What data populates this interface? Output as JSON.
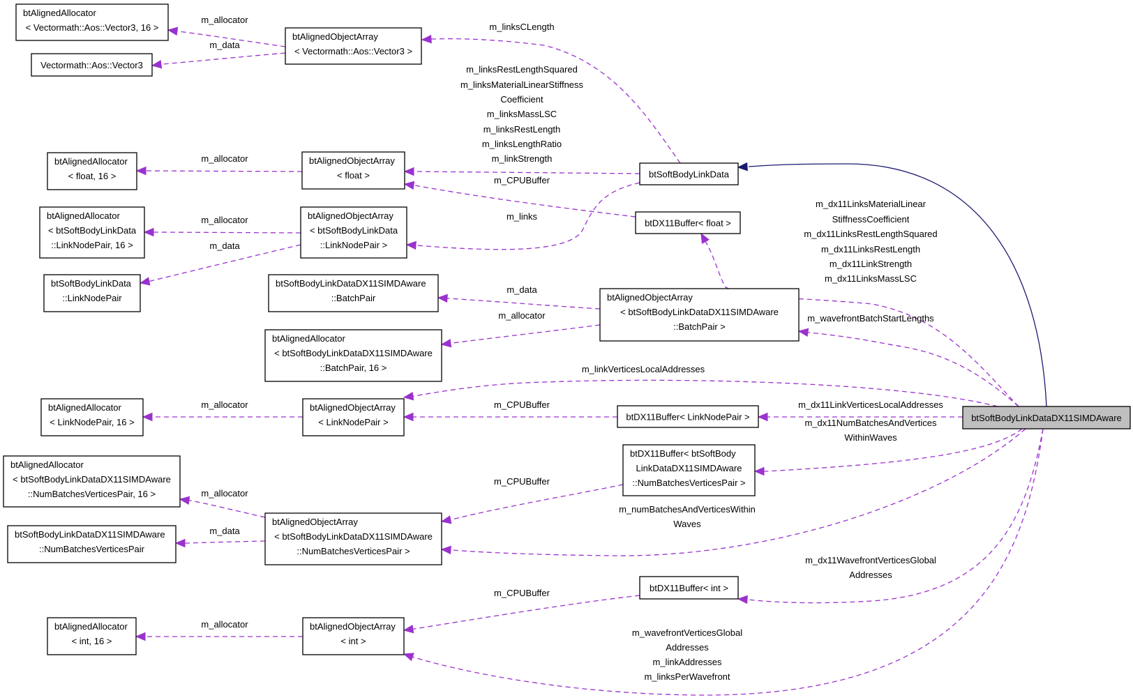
{
  "colors": {
    "usage_edge": "#9a32cd",
    "inheritance_edge": "#191970",
    "focus_node_fill": "#bfbfbf",
    "node_border": "#000000"
  },
  "nodes": {
    "n1": [
      "btAlignedAllocator",
      "< Vectormath::Aos::Vector3, 16 >"
    ],
    "n2": [
      "Vectormath::Aos::Vector3"
    ],
    "n3": [
      "btAlignedObjectArray",
      "< Vectormath::Aos::Vector3 >"
    ],
    "n4": [
      "btAlignedAllocator",
      "< float, 16 >"
    ],
    "n5": [
      "btAlignedObjectArray",
      "< float >"
    ],
    "n6": [
      "btAlignedAllocator",
      "< btSoftBodyLinkData",
      "::LinkNodePair, 16 >"
    ],
    "n7": [
      "btSoftBodyLinkData",
      "::LinkNodePair"
    ],
    "n8": [
      "btAlignedObjectArray",
      "< btSoftBodyLinkData",
      "::LinkNodePair >"
    ],
    "n9": [
      "btSoftBodyLinkDataDX11SIMDAware",
      "::BatchPair"
    ],
    "n10": [
      "btAlignedAllocator",
      "< btSoftBodyLinkDataDX11SIMDAware",
      "::BatchPair, 16 >"
    ],
    "n11": [
      "btAlignedAllocator",
      "< LinkNodePair, 16 >"
    ],
    "n12": [
      "btAlignedObjectArray",
      "< LinkNodePair >"
    ],
    "n13": [
      "btAlignedAllocator",
      "< btSoftBodyLinkDataDX11SIMDAware",
      "::NumBatchesVerticesPair, 16 >"
    ],
    "n14": [
      "btSoftBodyLinkDataDX11SIMDAware",
      "::NumBatchesVerticesPair"
    ],
    "n15": [
      "btAlignedObjectArray",
      "< btSoftBodyLinkDataDX11SIMDAware",
      "::NumBatchesVerticesPair >"
    ],
    "n16": [
      "btAlignedAllocator",
      "< int, 16 >"
    ],
    "n17": [
      "btAlignedObjectArray",
      "< int >"
    ],
    "n18": [
      "btSoftBodyLinkData"
    ],
    "n19": [
      "btDX11Buffer< float >"
    ],
    "n20": [
      "btAlignedObjectArray",
      "< btSoftBodyLinkDataDX11SIMDAware",
      "::BatchPair >"
    ],
    "n21": [
      "btDX11Buffer< LinkNodePair >"
    ],
    "n22": [
      "btDX11Buffer< btSoftBody",
      "LinkDataDX11SIMDAware",
      "::NumBatchesVerticesPair >"
    ],
    "n23": [
      "btDX11Buffer< int >"
    ],
    "n24": [
      "btSoftBodyLinkDataDX11SIMDAware"
    ]
  },
  "edge_labels": {
    "e_n3_n1": [
      "m_allocator"
    ],
    "e_n3_n2": [
      "m_data"
    ],
    "e_n18_n3": [
      "m_linksCLength"
    ],
    "e_n5_n4": [
      "m_allocator"
    ],
    "e_n18_n5": [
      "m_linksRestLengthSquared",
      "m_linksMaterialLinearStiffness",
      "Coefficient",
      "m_linksMassLSC",
      "m_linksRestLength",
      "m_linksLengthRatio",
      "m_linkStrength"
    ],
    "e_n19_n5": [
      "m_CPUBuffer"
    ],
    "e_n8_n6": [
      "m_allocator"
    ],
    "e_n8_n7": [
      "m_data"
    ],
    "e_n18_n8": [
      "m_links"
    ],
    "e_n20_n9": [
      "m_data"
    ],
    "e_n20_n10": [
      "m_allocator"
    ],
    "e_n24_n19": [
      "m_dx11LinksMaterialLinear",
      "StiffnessCoefficient",
      "m_dx11LinksRestLengthSquared",
      "m_dx11LinksRestLength",
      "m_dx11LinkStrength",
      "m_dx11LinksMassLSC"
    ],
    "e_n24_n20": [
      "m_wavefrontBatchStartLengths"
    ],
    "e_n24_n12": [
      "m_linkVerticesLocalAddresses"
    ],
    "e_n12_n11": [
      "m_allocator"
    ],
    "e_n21_n12": [
      "m_CPUBuffer"
    ],
    "e_n24_n21": [
      "m_dx11LinkVerticesLocalAddresses"
    ],
    "e_n24_n22": [
      "m_dx11NumBatchesAndVertices",
      "WithinWaves"
    ],
    "e_n22_n15": [
      "m_CPUBuffer"
    ],
    "e_n15_n13": [
      "m_allocator"
    ],
    "e_n15_n14": [
      "m_data"
    ],
    "e_n24_n15": [
      "m_numBatchesAndVerticesWithin",
      "Waves"
    ],
    "e_n24_n23": [
      "m_dx11WavefrontVerticesGlobal",
      "Addresses"
    ],
    "e_n23_n17": [
      "m_CPUBuffer"
    ],
    "e_n17_n16": [
      "m_allocator"
    ],
    "e_n24_n17": [
      "m_wavefrontVerticesGlobal",
      "Addresses",
      "m_linkAddresses",
      "m_linksPerWavefront"
    ]
  }
}
